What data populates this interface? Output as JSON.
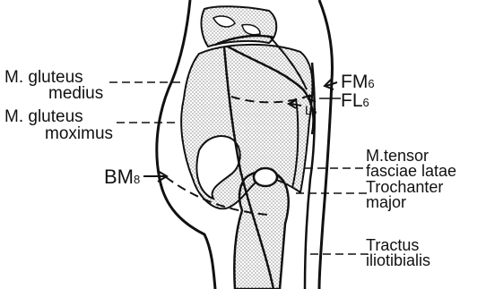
{
  "figure": {
    "labels": {
      "gluteus_medius_1": "M. gluteus",
      "gluteus_medius_2": "medius",
      "gluteus_maximus_1": "M. gluteus",
      "gluteus_maximus_2": "moximus",
      "bm_main": "BM",
      "bm_sub": "8",
      "fm_main": "FM",
      "fm_sub": "6",
      "fl_main": "FL",
      "fl_sub": "6",
      "l_main": "L",
      "l_sub": "6",
      "tensor_1": "M.tensor",
      "tensor_2": "fasciae latae",
      "trochanter_1": "Trochanter",
      "trochanter_2": "major",
      "tractus_1": "Tractus",
      "tractus_2": "iliotibialis"
    }
  },
  "colors": {
    "ink": "#111111",
    "stipple": "#000000"
  }
}
